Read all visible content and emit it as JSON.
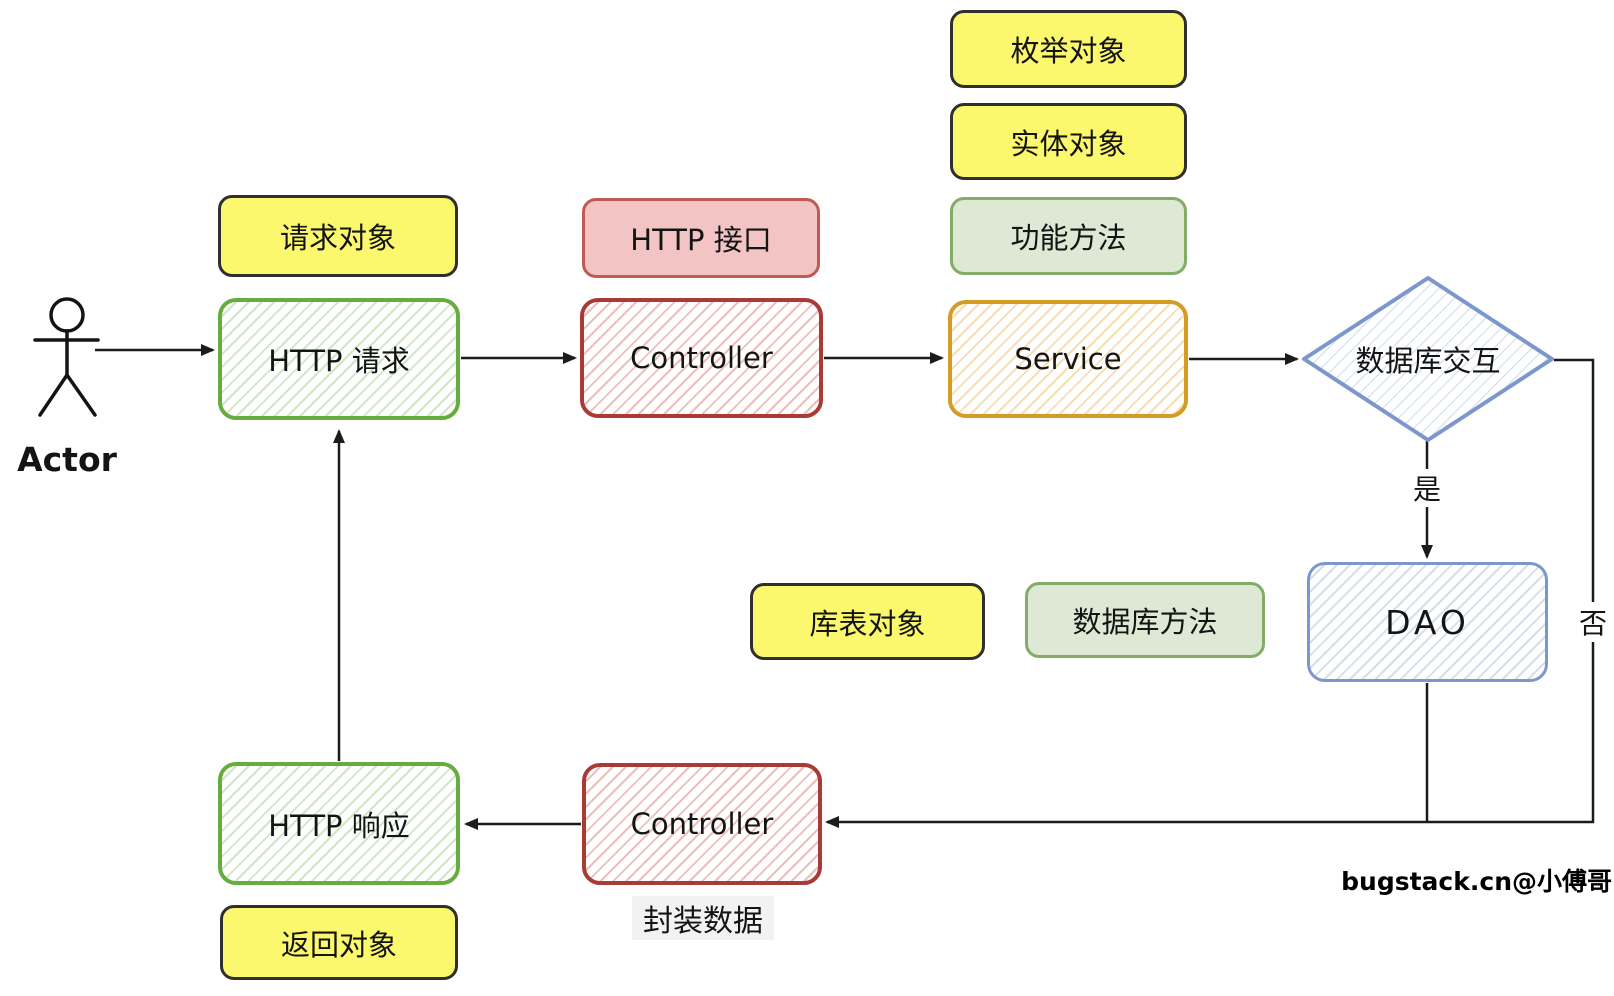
{
  "actor": {
    "label": "Actor"
  },
  "nodes": {
    "request_obj": {
      "label": "请求对象"
    },
    "http_request": {
      "label": "HTTP 请求"
    },
    "http_api": {
      "label": "HTTP 接口"
    },
    "controller_top": {
      "label": "Controller"
    },
    "enum_obj": {
      "label": "枚举对象"
    },
    "entity_obj": {
      "label": "实体对象"
    },
    "func_method": {
      "label": "功能方法"
    },
    "service": {
      "label": "Service"
    },
    "db_interaction": {
      "label": "数据库交互"
    },
    "dao": {
      "label": "DAO"
    },
    "table_obj": {
      "label": "库表对象"
    },
    "db_method": {
      "label": "数据库方法"
    },
    "controller_bottom": {
      "label": "Controller"
    },
    "http_response": {
      "label": "HTTP 响应"
    },
    "return_obj": {
      "label": "返回对象"
    }
  },
  "annotations": {
    "yes": "是",
    "no": "否",
    "wrap_data": "封装数据",
    "watermark": "bugstack.cn@小傅哥"
  },
  "colors": {
    "yellow_fill": "#fbf86d",
    "yellow_border": "#2f2f2f",
    "pink_fill": "#f2c5c4",
    "pink_border": "#bf5a55",
    "green_tag_fill": "#dde9d5",
    "green_tag_border": "#82ac68",
    "green_hatch_border": "#67ac3f",
    "red_hatch_border": "#a93a35",
    "orange_hatch_border": "#d49b25",
    "blue_border": "#7b97cc",
    "arrow": "#1b1b1b"
  }
}
